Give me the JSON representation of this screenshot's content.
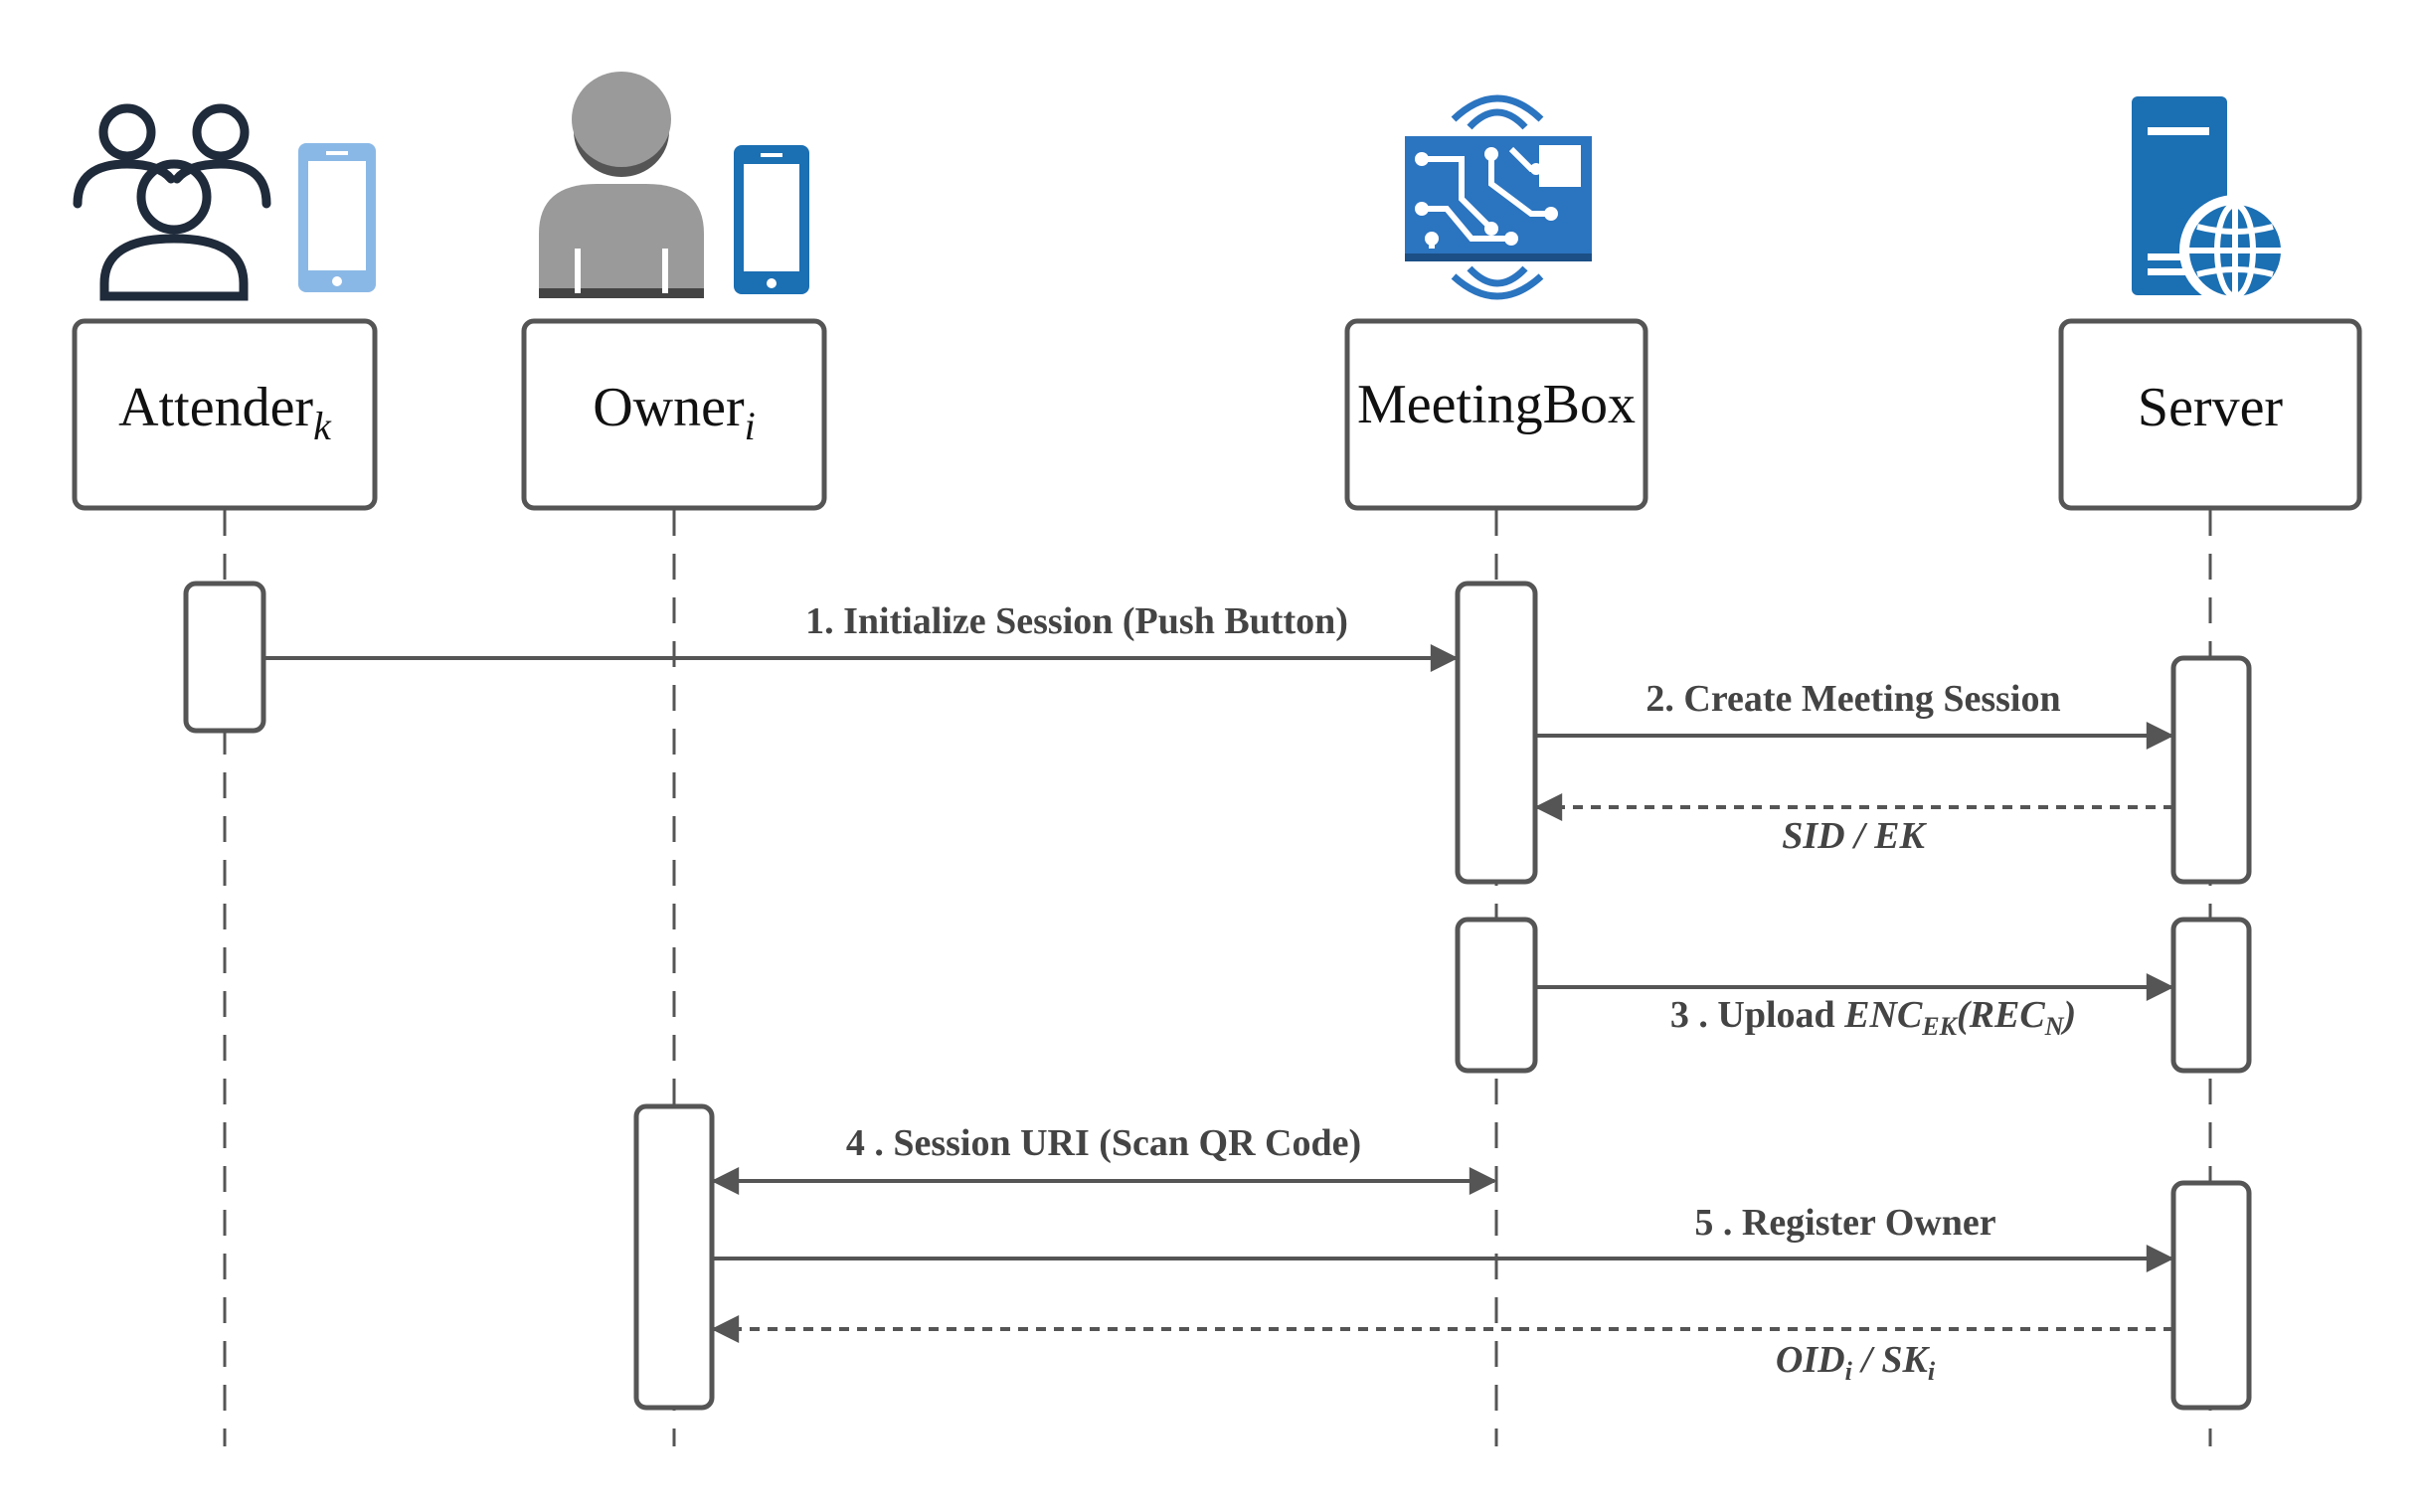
{
  "actors": [
    {
      "id": "attender",
      "name": "Attender",
      "sub": "k",
      "icon": "group-of-people-icon"
    },
    {
      "id": "owner",
      "name": "Owner",
      "sub": "i",
      "icon": "person-icon"
    },
    {
      "id": "meetingbox",
      "name": "MeetingBox",
      "sub": "",
      "icon": "circuit-board-icon"
    },
    {
      "id": "server",
      "name": "Server",
      "sub": "",
      "icon": "web-server-icon"
    }
  ],
  "messages": {
    "m1": "1. Initialize Session (Push Button)",
    "m2": "2. Create Meeting Session",
    "m2r": {
      "a": "SID / EK"
    },
    "m3": {
      "pre": "3 . Upload ",
      "enc": "ENC",
      "ek": "EK",
      "open": "(REC",
      "n": "N",
      "close": ")"
    },
    "m4": "4 . Session URI (Scan QR Code)",
    "m5": "5 . Register Owner",
    "m5r": {
      "oid": "OID",
      "i1": "i",
      "mid": " / SK",
      "i2": "i"
    }
  },
  "colors": {
    "line": "#555555",
    "dark_icon": "#1f2a3a",
    "light_blue": "#8ab8e6",
    "blue": "#1b6fb3",
    "mid_blue": "#2b74c0",
    "gray": "#9a9a9a"
  }
}
